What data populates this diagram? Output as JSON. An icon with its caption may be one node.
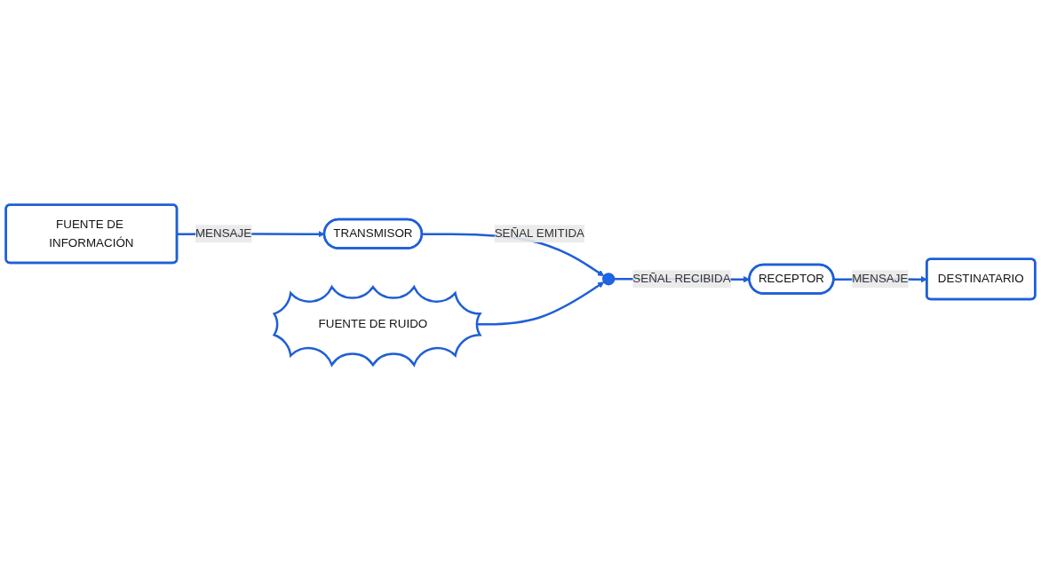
{
  "diagram": {
    "nodes": [
      {
        "text": [
          "FUENTE DE INFORMACIÓN"
        ]
      },
      {
        "text": [
          "DESTINATARIO"
        ]
      },
      {
        "text": [
          "TRANSMISOR"
        ]
      },
      {
        "text": [],
        "shape": "circle"
      },
      {
        "text": [
          "RECEPTOR"
        ]
      },
      {
        "text": [
          "FUENTE DE RUIDO"
        ]
      }
    ],
    "edges": [
      {
        "from": 0,
        "to": 2,
        "arrow": "to",
        "label": "MENSAJE"
      },
      {
        "from": 2,
        "to": 3,
        "arrow": "to",
        "label": "SEÑAL EMITIDA"
      },
      {
        "from": 3,
        "to": 4,
        "arrow": "to",
        "label": "SEÑAL RECIBIDA"
      },
      {
        "from": 5,
        "to": 3,
        "arrow": "to"
      },
      {
        "from": 4,
        "to": 1,
        "arrow": "to",
        "label": "MENSAJE"
      }
    ]
  }
}
